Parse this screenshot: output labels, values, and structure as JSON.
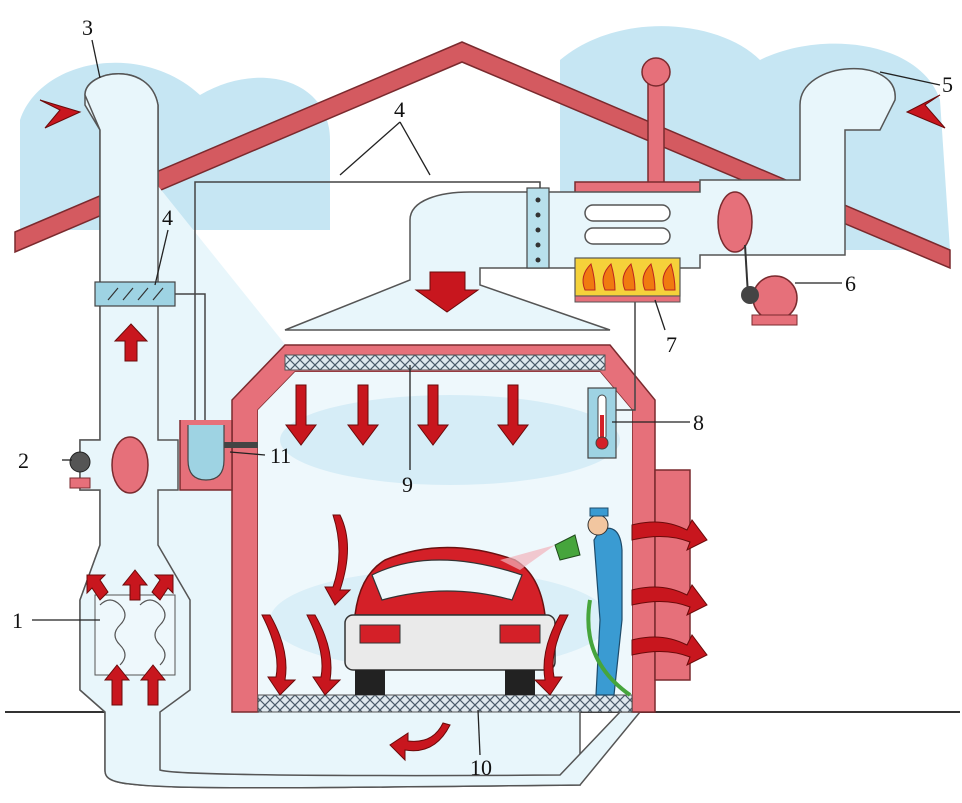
{
  "colors": {
    "roof": "#d45a60",
    "wall": "#e6707a",
    "duct_fill": "#e8f6fb",
    "duct_stroke": "#555555",
    "sky": "#c6e6f3",
    "arrow": "#c8161e",
    "filter_cross": "#5a6a7a",
    "flame": "#f07a10",
    "flame_bg": "#f5d23a",
    "worker": "#3a9bd2",
    "hose": "#46a53c",
    "car": "#d42028",
    "ground": "#333333"
  },
  "labels": [
    {
      "id": "1",
      "text": "1"
    },
    {
      "id": "2",
      "text": "2"
    },
    {
      "id": "3",
      "text": "3"
    },
    {
      "id": "4a",
      "text": "4"
    },
    {
      "id": "4b",
      "text": "4"
    },
    {
      "id": "5",
      "text": "5"
    },
    {
      "id": "6",
      "text": "6"
    },
    {
      "id": "7",
      "text": "7"
    },
    {
      "id": "8",
      "text": "8"
    },
    {
      "id": "9",
      "text": "9"
    },
    {
      "id": "10",
      "text": "10"
    },
    {
      "id": "11",
      "text": "11"
    }
  ],
  "icons": {
    "exhaust_fan": "fan-icon",
    "supply_fan": "blower-icon",
    "burner": "flame-icon",
    "thermometer": "thermometer-icon",
    "spray_gun": "spray-gun-icon",
    "car": "car-icon",
    "painter": "person-icon"
  }
}
